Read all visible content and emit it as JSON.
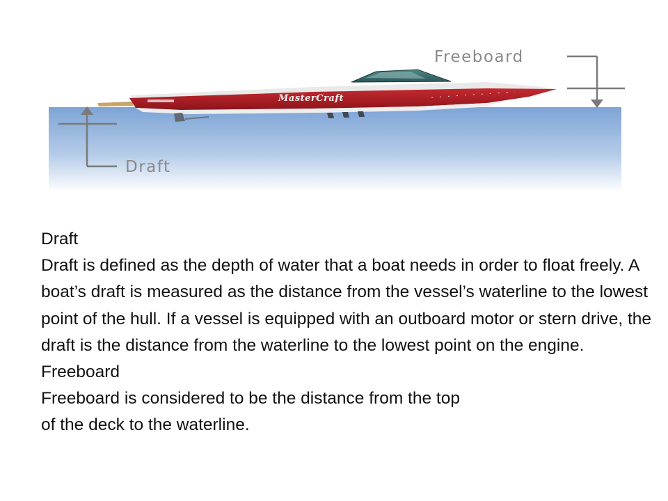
{
  "figure": {
    "freeboard_label": "Freeboard",
    "draft_label": "Draft",
    "boat_brand": "MasterCraft",
    "colors": {
      "hull_red": "#b01c24",
      "water_top": "#7da4d6",
      "water_bottom": "#ffffff",
      "label_gray": "#8a8a8a"
    }
  },
  "content": {
    "draft_heading": "Draft",
    "draft_body": "Draft is defined as the depth of water that a boat needs in order to float freely. A boat’s draft is measured as the distance from the vessel’s waterline to the lowest point of the hull. If a vessel is equipped with an outboard motor or stern drive, the draft is the distance from the waterline to the lowest point on the engine.",
    "freeboard_heading": "Freeboard",
    "freeboard_body_line1": "Freeboard is considered to be the distance from the top",
    "freeboard_body_line2": "of the deck to the waterline."
  }
}
